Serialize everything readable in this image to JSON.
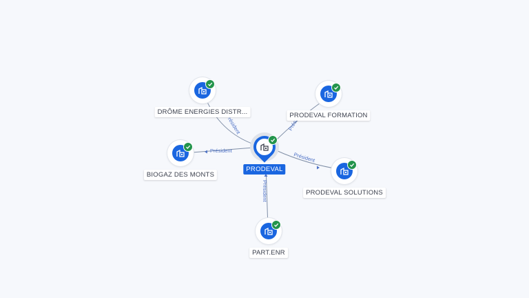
{
  "graph": {
    "accent_color": "#1a66e0",
    "verified_color": "#23944c",
    "center": {
      "label": "PRODEVAL",
      "icon": "building-icon",
      "verified": true
    },
    "relation_label": "Président",
    "nodes": [
      {
        "label": "DRÔME ENERGIES DISTR...",
        "icon": "building-icon",
        "verified": true
      },
      {
        "label": "PRODEVAL FORMATION",
        "icon": "building-icon",
        "verified": true
      },
      {
        "label": "BIOGAZ DES MONTS",
        "icon": "building-icon",
        "verified": true
      },
      {
        "label": "PRODEVAL SOLUTIONS",
        "icon": "building-icon",
        "verified": true
      },
      {
        "label": "PART.ENR",
        "icon": "building-icon",
        "verified": true
      }
    ]
  }
}
